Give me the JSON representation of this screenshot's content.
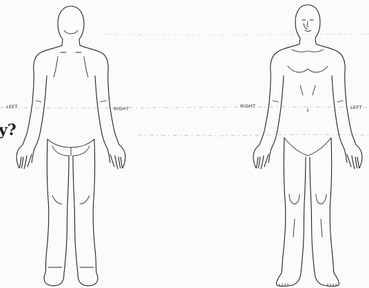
{
  "labels": {
    "back_left": "LEFT",
    "back_right": "RIGHT",
    "front_right": "RIGHT",
    "front_left": "LEFT"
  },
  "fragment_text": "y?"
}
